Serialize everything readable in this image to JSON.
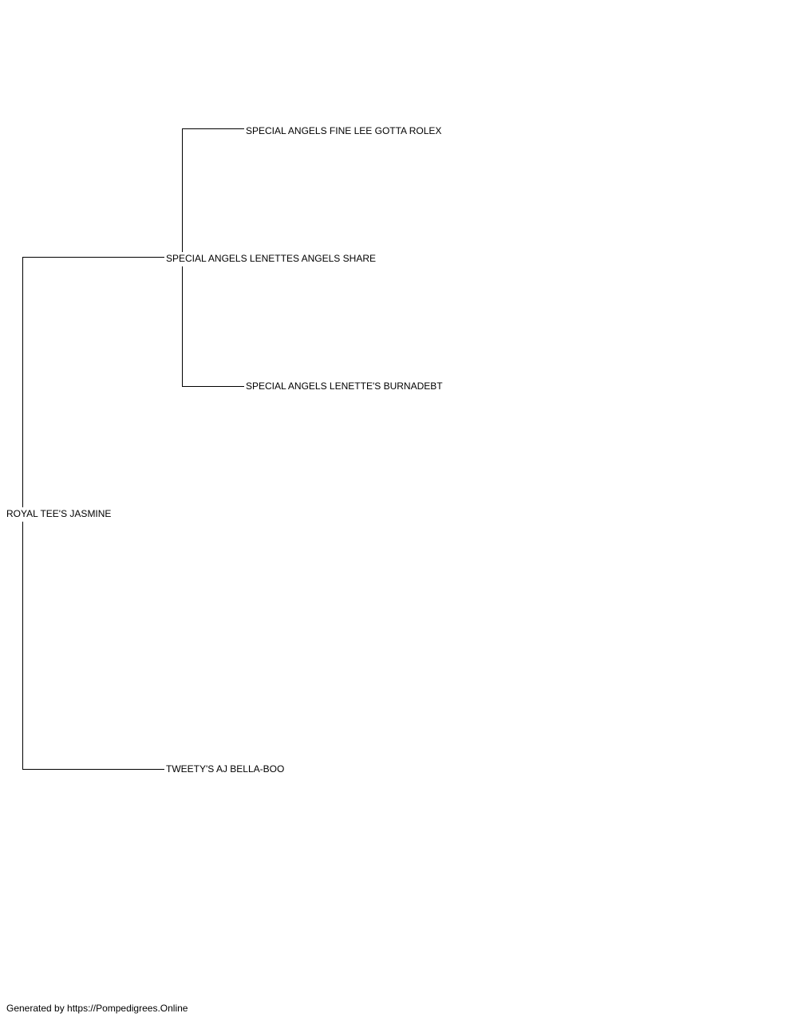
{
  "pedigree": {
    "subject": "ROYAL TEE'S JASMINE",
    "sire": {
      "name": "SPECIAL ANGELS LENETTES ANGELS SHARE",
      "sire": "SPECIAL ANGELS FINE LEE GOTTA ROLEX",
      "dam": "SPECIAL ANGELS LENETTE'S BURNADEBT"
    },
    "dam": {
      "name": "TWEETY'S AJ BELLA-BOO"
    }
  },
  "footer": {
    "text": "Generated by https://Pompedigrees.Online"
  }
}
